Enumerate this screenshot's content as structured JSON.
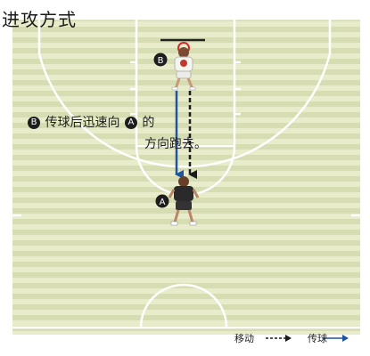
{
  "title": "进攻方式",
  "players": {
    "b": {
      "label": "B",
      "jersey": "white"
    },
    "a": {
      "label": "A",
      "jersey": "black"
    }
  },
  "note": {
    "badge_b": "B",
    "line1_text": "传球后迅速向",
    "badge_a": "A",
    "line1_end": "的",
    "line2": "方向跑去。"
  },
  "legend": {
    "move_label": "移动",
    "pass_label": "传球"
  },
  "colors": {
    "court_light": "#e6ebc9",
    "court_dark": "#d6dcb2",
    "lines": "#ffffff",
    "pass_arrow": "#1e55a0",
    "move_arrow": "#1b1b1b",
    "backboard": "#222222",
    "rim": "#d22b2b"
  }
}
